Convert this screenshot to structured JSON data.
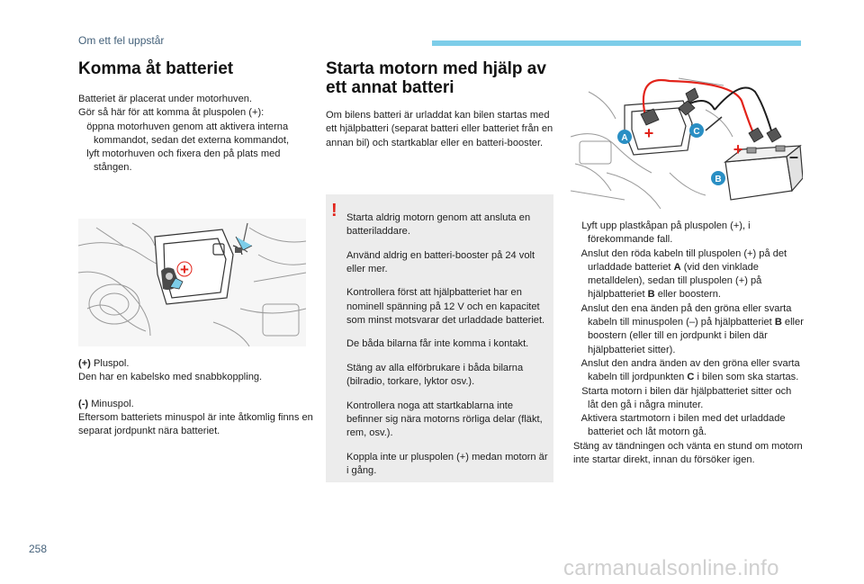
{
  "header": {
    "section": "Om ett fel uppstår"
  },
  "page": {
    "number": "258"
  },
  "watermark": "carmanualsonline.info",
  "colors": {
    "accent": "#7dcde9",
    "warning": "#e2231a",
    "header_text": "#44617a"
  },
  "left": {
    "title": "Komma åt batteriet",
    "intro_1": "Batteriet är placerat under motorhuven.",
    "intro_2": "Gör så här för att komma åt pluspolen (+):",
    "bullet_glyph": "",
    "bullet_1": "öppna motorhuven genom att aktivera interna kommandot, sedan det externa kommandot,",
    "bullet_2": "lyft motorhuven och fixera den på plats med stången.",
    "photo_plus": "+",
    "plus_heading": "(+)",
    "plus_name": "Pluspol.",
    "plus_desc": "Den har en kabelsko med snabbkoppling.",
    "minus_heading": "(-)",
    "minus_name": "Minuspol.",
    "minus_desc": "Eftersom batteriets minuspol är inte åtkomlig finns en separat jordpunkt nära batteriet."
  },
  "middle": {
    "title_line1": "Starta motorn med hjälp av",
    "title_line2": "ett annat batteri",
    "intro": "Om bilens batteri är urladdat kan bilen startas med ett hjälpbatteri (separat batteri eller batteriet från en annan bil) och startkablar eller en batteri-booster.",
    "warning_icon": "!",
    "warning_lines": [
      "Starta aldrig motorn genom att ansluta en batteriladdare.",
      "Använd aldrig en batteri-booster på 24 volt eller mer.",
      "Kontrollera först att hjälpbatteriet har en nominell spänning på 12 V och en kapacitet som minst motsvarar det urladdade batteriet.",
      "De båda bilarna får inte komma i kontakt.",
      "Stäng av alla elförbrukare i båda bilarna (bilradio, torkare, lyktor osv.).",
      "Kontrollera noga att startkablarna inte befinner sig nära motorns rörliga delar (fläkt, rem, osv.).",
      "Koppla inte ur pluspolen (+) medan motorn är i gång."
    ]
  },
  "diagram": {
    "label_a": "A",
    "label_b": "B",
    "label_c": "C",
    "plus": "+",
    "minus": "–"
  },
  "right": {
    "bullet_glyph": "",
    "step_1": "Lyft upp plastkåpan på pluspolen (+), i förekommande fall.",
    "step_2_a": "Anslut den röda kabeln till pluspolen (+) på det urladdade batteriet ",
    "step_2_b": "A",
    "step_2_c": " (vid den vinklade metalldelen), sedan till pluspolen (+) på hjälpbatteriet ",
    "step_2_d": "B",
    "step_2_e": " eller boostern.",
    "step_3_a": "Anslut den ena änden på den gröna eller svarta kabeln till minuspolen (–) på hjälpbatteriet ",
    "step_3_b": "B",
    "step_3_c": " eller boostern (eller till en jordpunkt i bilen där hjälpbatteriet sitter).",
    "step_4_a": "Anslut den andra änden av den gröna eller svarta kabeln till jordpunkten ",
    "step_4_b": "C",
    "step_4_c": " i bilen som ska startas.",
    "step_5": "Starta motorn i bilen där hjälpbatteriet sitter och låt den gå i några minuter.",
    "step_6": "Aktivera startmotorn i bilen med det urladdade batteriet och låt motorn gå.",
    "closing": "Stäng av tändningen och vänta en stund om motorn inte startar direkt, innan du försöker igen."
  }
}
